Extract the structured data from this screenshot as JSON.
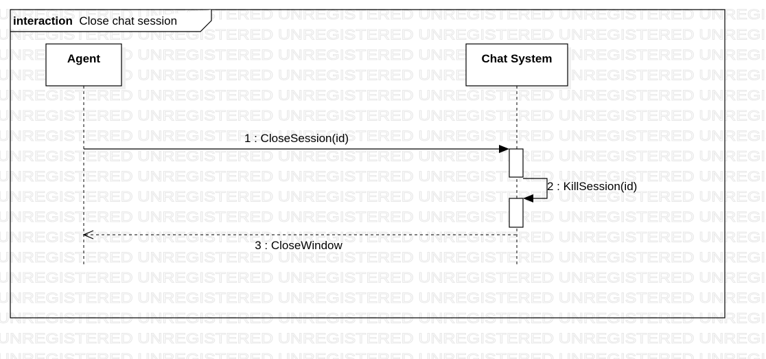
{
  "frame": {
    "keyword": "interaction",
    "name": "Close chat session"
  },
  "lifelines": [
    {
      "id": "agent",
      "name": "Agent"
    },
    {
      "id": "chat",
      "name": "Chat System"
    }
  ],
  "messages": [
    {
      "label": "1 : CloseSession(id)",
      "from": "agent",
      "to": "chat",
      "kind": "synchronous"
    },
    {
      "label": "2 : KillSession(id)",
      "from": "chat",
      "to": "chat",
      "kind": "self"
    },
    {
      "label": "3 : CloseWindow",
      "from": "chat",
      "to": "agent",
      "kind": "return"
    }
  ],
  "watermark": {
    "text": "UNREGISTERED"
  },
  "colors": {
    "line": "#000000",
    "watermark": "#e8e8e8",
    "background": "#ffffff"
  }
}
